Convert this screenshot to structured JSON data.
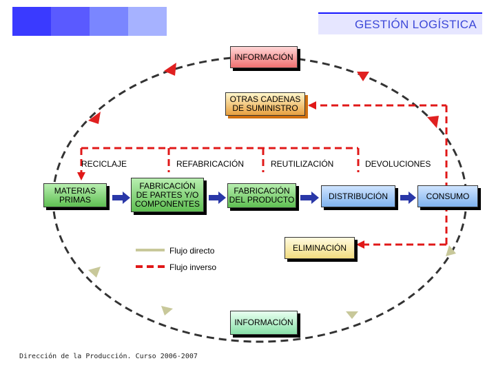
{
  "header": {
    "title": "GESTIÓN LOGÍSTICA",
    "decor_colors": [
      "#3a3aff",
      "#5a5aff",
      "#7a86ff",
      "#a6b2ff"
    ]
  },
  "nodes": {
    "informacion_top": "INFORMACIÓN",
    "otras_cadenas": "OTRAS CADENAS\nDE SUMINISTRO",
    "materias_primas": "MATERIAS\nPRIMAS",
    "fabricacion_partes": "FABRICACIÓN\nDE PARTES Y/O\nCOMPONENTES",
    "fabricacion_producto": "FABRICACIÓN\nDEL PRODUCTO",
    "distribucion": "DISTRIBUCIÓN",
    "consumo": "CONSUMO",
    "eliminacion": "ELIMINACIÓN",
    "informacion_bottom": "INFORMACIÓN"
  },
  "flow_labels": {
    "reciclaje": "RECICLAJE",
    "refabricacion": "REFABRICACIÓN",
    "reutilizacion": "REUTILIZACIÓN",
    "devoluciones": "DEVOLUCIONES"
  },
  "legend": {
    "direct": "Flujo directo",
    "reverse": "Flujo inverso"
  },
  "colors": {
    "direct_arrow": "#2a38a8",
    "reverse_line": "#e01818",
    "cycle_line": "#333333",
    "legend_direct": "#c8c89a"
  },
  "footer": "Dirección de la Producción. Curso 2006-2007"
}
